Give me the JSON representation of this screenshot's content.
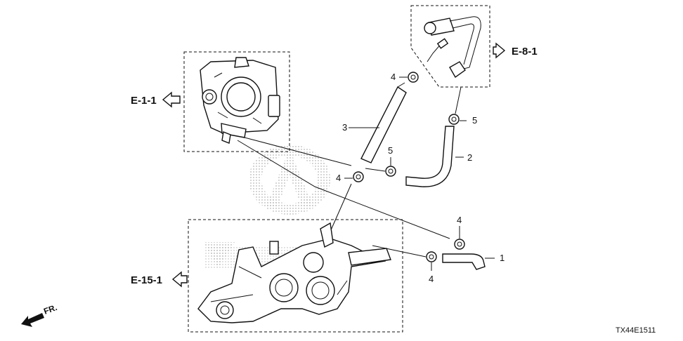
{
  "diagram": {
    "callouts": {
      "c1": "1",
      "c2": "2",
      "c3": "3",
      "c4a": "4",
      "c4b": "4",
      "c4c": "4",
      "c4d": "4",
      "c5a": "5",
      "c5b": "5"
    },
    "references": {
      "e111": "E-1-1",
      "e81": "E-8-1",
      "e151": "E-15-1"
    },
    "front_label": "FR.",
    "drawing_code": "TX44E1511",
    "icons": [
      "acura-watermark-logo",
      "front-arrow-icon",
      "ref-arrow-icon"
    ]
  }
}
